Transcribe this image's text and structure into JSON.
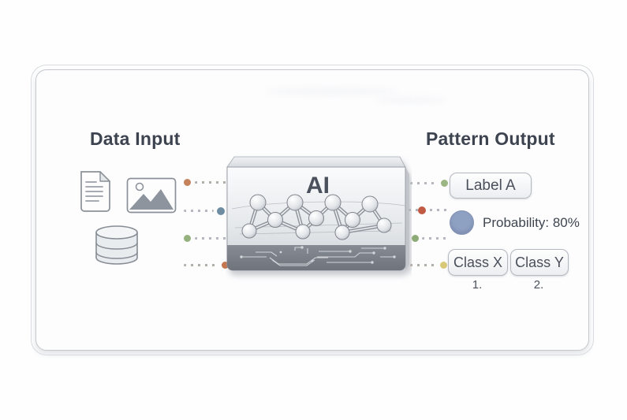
{
  "titles": {
    "input": "Data Input",
    "output": "Pattern Output"
  },
  "ai_box": {
    "label": "AI"
  },
  "inputs": {
    "icons": [
      "document-icon",
      "image-icon",
      "database-icon"
    ]
  },
  "outputs": {
    "label_button": "Label A",
    "probability": {
      "text": "Probability: 80%",
      "circle_color": "#8fa1c3"
    },
    "classes": [
      {
        "label": "Class X",
        "number": "1."
      },
      {
        "label": "Class Y",
        "number": "2."
      }
    ]
  },
  "connectors": {
    "left": [
      {
        "dot_color": "#c4835a"
      },
      {
        "dot_color": "#6f8da1"
      },
      {
        "dot_color": "#94b17e"
      },
      {
        "dot_color": "#c4764e"
      }
    ],
    "right": [
      {
        "dot_color": "#9bb683"
      },
      {
        "dot_color": "#c05a43"
      },
      {
        "dot_color": "#8cab77"
      },
      {
        "dot_color": "#d8c977"
      }
    ]
  },
  "colors": {
    "card_border": "#c5c8cd",
    "title_text": "#3d4450",
    "button_border": "#b4b8bf",
    "button_text": "#4a505b",
    "ai_text": "#4b515b",
    "circuit_band": "#757a83"
  }
}
